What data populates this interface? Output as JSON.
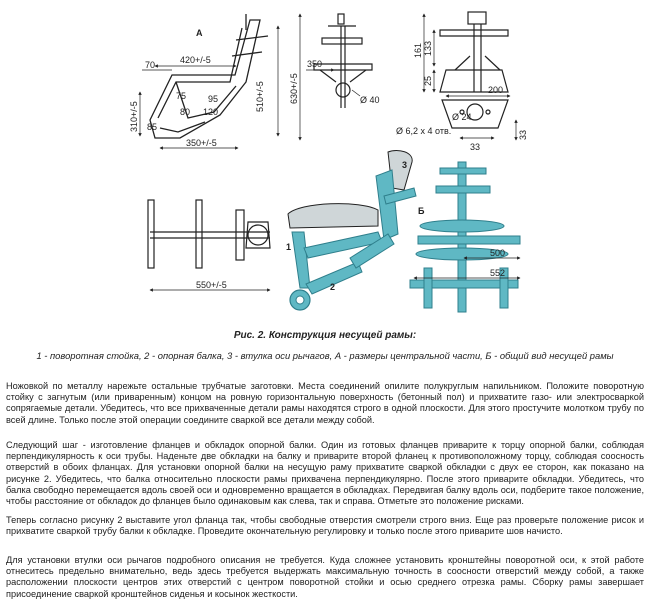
{
  "figure": {
    "label_a": "А",
    "label_b": "Б",
    "dims": {
      "d420": "420+/-5",
      "d70": "70",
      "d75": "75",
      "d95": "95",
      "d80": "80",
      "d120": "120",
      "d85": "85",
      "d310": "310+/-5",
      "d350b": "350+/-5",
      "d510": "510+/-5",
      "d630": "630+/-5",
      "d350": "350",
      "d40": "Ø 40",
      "d161": "161",
      "d133": "133",
      "d25": "25",
      "d200": "200",
      "d24": "Ø 24",
      "d62": "Ø 6,2 x 4 отв.",
      "d33a": "33",
      "d33b": "33",
      "d550": "550+/-5",
      "d500": "500",
      "d552": "552"
    },
    "callouts": [
      "1",
      "2",
      "3"
    ],
    "caption": "Рис. 2. Конструкция несущей рамы:",
    "legend": "1 - поворотная стойка, 2 - опорная балка, 3 - втулка оси рычагов, А - размеры центральной части, Б - общий вид несущей рамы"
  },
  "paragraphs": [
    "Ножовкой по металлу нарежьте остальные трубчатые заготовки. Места соединений опилите полукруглым напильником. Положите поворотную стойку с загнутым (или приваренным) концом на ровную горизонтальную поверхность (бетонный пол) и прихватите газо- или электросваркой сопрягаемые детали. Убедитесь, что все прихваченные детали рамы находятся строго в одной плоскости. Для этого простучите молотком трубу по всей длине. Только после этой операции соедините сваркой все детали между собой.",
    "Следующий шаг - изготовление фланцев и обкладок опорной балки. Один из готовых фланцев приварите к торцу опорной балки, соблюдая перпендикулярность к оси трубы. Наденьте две обкладки на балку и приварите второй фланец к противоположному торцу, соблюдая соосность отверстий в обоих фланцах. Для установки опорной балки на несущую раму прихватите сваркой обкладки с двух ее сторон, как показано на рисунке 2. Убедитесь, что балка относительно плоскости рамы прихвачена перпендикулярно. После этого приварите обкладки. Убедитесь, что балка свободно перемещается вдоль своей оси и одновременно вращается в обкладках. Передвигая балку вдоль оси, подберите такое положение, чтобы расстояние от обкладок до фланцев было одинаковым как слева, так и справа. Отметьте это положение рисками.",
    "Теперь согласно рисунку 2 выставите угол фланца так, чтобы свободные отверстия смотрели строго вниз. Еще раз проверьте положение рисок и прихватите сваркой трубу балки к обкладке. Проведите окончательную регулировку и только после этого приварите шов начисто.",
    "Для установки втулки оси рычагов подробного описания не требуется. Куда сложнее установить кронштейны поворотной оси, к этой работе отнеситесь предельно внимательно, ведь здесь требуется выдержать максимальную точность в соосности отверстий между собой, а также расположении плоскости центров этих отверстий с центром поворотной стойки и осью среднего отрезка рамы. Сборку рамы завершает присоединение сваркой кронштейнов сиденья и косынок жесткости."
  ],
  "colors": {
    "frame": "#5fb8c4",
    "frame_dark": "#2f7f8c",
    "seat": "#cfd6d8",
    "line": "#222222"
  }
}
